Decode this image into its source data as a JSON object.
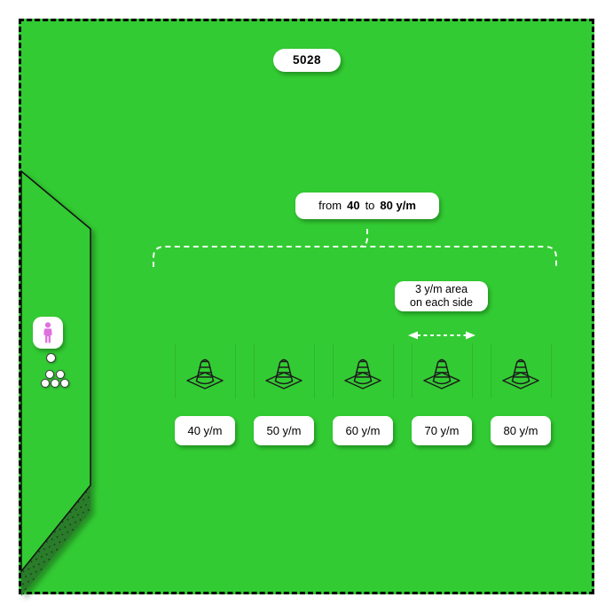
{
  "diagram": {
    "badge": "5028",
    "range_callout": {
      "from": "from",
      "start": "40",
      "to": "to",
      "end": "80 y/m"
    },
    "area_callout": {
      "line1": "3 y/m area",
      "line2": "on each side"
    },
    "markers": [
      {
        "label": "40 y/m"
      },
      {
        "label": "50 y/m"
      },
      {
        "label": "60 y/m"
      },
      {
        "label": "70 y/m"
      },
      {
        "label": "80 y/m"
      }
    ],
    "colors": {
      "field_green": "#33cb33",
      "platform_dark_green": "#2a7c2a",
      "player_pink": "#df71df",
      "callout_white": "#ffffff",
      "outline_black": "#111111",
      "border_dash_black": "#000000"
    }
  }
}
